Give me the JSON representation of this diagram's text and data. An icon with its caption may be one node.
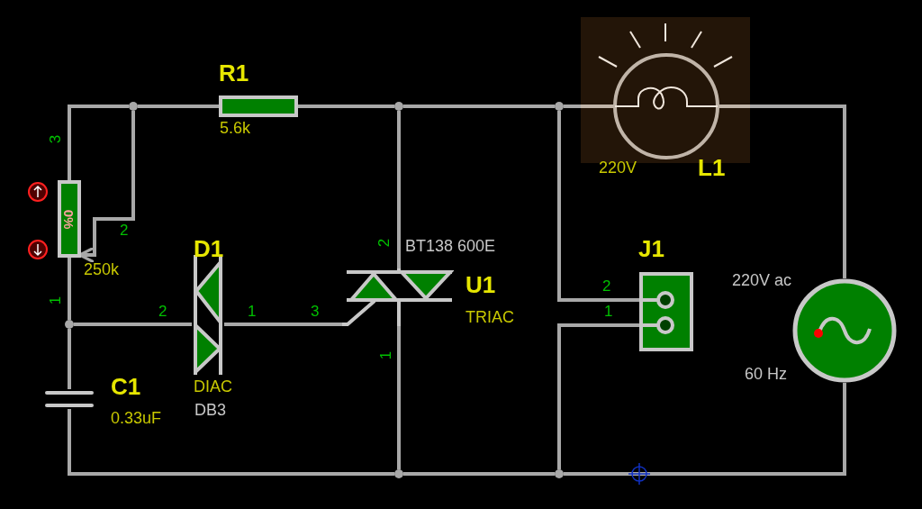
{
  "diagram": {
    "nodes": [
      {
        "text": [
          "R1",
          "5.6k"
        ]
      },
      {
        "text": [
          "0%"
        ],
        "beside": [
          "250k"
        ]
      },
      {
        "text": [
          "D1",
          "DIAC",
          "DB3"
        ]
      },
      {
        "text": [
          "BT138 600E",
          "U1",
          "TRIAC"
        ]
      },
      {
        "text": [
          "220V",
          "L1"
        ]
      },
      {
        "text": [
          "J1"
        ]
      },
      {
        "text": [
          "220V ac",
          "60 Hz"
        ]
      },
      {
        "text": [
          "C1",
          "0.33uF"
        ]
      },
      {
        "text": [],
        "shape": "circle"
      },
      {
        "text": [],
        "shape": "circle"
      },
      {
        "text": [],
        "shape": "circle"
      },
      {
        "text": [],
        "shape": "circle"
      },
      {
        "text": [],
        "shape": "circle"
      },
      {
        "text": [],
        "shape": "circle"
      }
    ],
    "edges": [
      {
        "from": 1,
        "to": 8,
        "arrow": "none"
      },
      {
        "from": 8,
        "to": 1,
        "arrow": "to"
      },
      {
        "from": 8,
        "to": 0,
        "arrow": "none"
      },
      {
        "from": 0,
        "to": 9,
        "arrow": "none"
      },
      {
        "from": 9,
        "to": 10,
        "arrow": "none"
      },
      {
        "from": 10,
        "to": 4,
        "arrow": "none"
      },
      {
        "from": 4,
        "to": 6,
        "arrow": "none"
      },
      {
        "from": 9,
        "to": 3,
        "arrow": "none"
      },
      {
        "from": 10,
        "to": 5,
        "arrow": "none"
      },
      {
        "from": 5,
        "to": 13,
        "arrow": "none"
      },
      {
        "from": 6,
        "to": 13,
        "arrow": "none"
      },
      {
        "from": 13,
        "to": 12,
        "arrow": "none"
      },
      {
        "from": 12,
        "to": 3,
        "arrow": "none"
      },
      {
        "from": 12,
        "to": 7,
        "arrow": "none"
      },
      {
        "from": 7,
        "to": 11,
        "arrow": "none"
      },
      {
        "from": 11,
        "to": 1,
        "arrow": "none"
      },
      {
        "from": 11,
        "to": 2,
        "arrow": "none"
      },
      {
        "from": 2,
        "to": 3,
        "arrow": "none"
      }
    ],
    "labels": [
      "3",
      "2",
      "2",
      "2",
      "1",
      "2",
      "1",
      "3",
      "1",
      "1"
    ]
  }
}
